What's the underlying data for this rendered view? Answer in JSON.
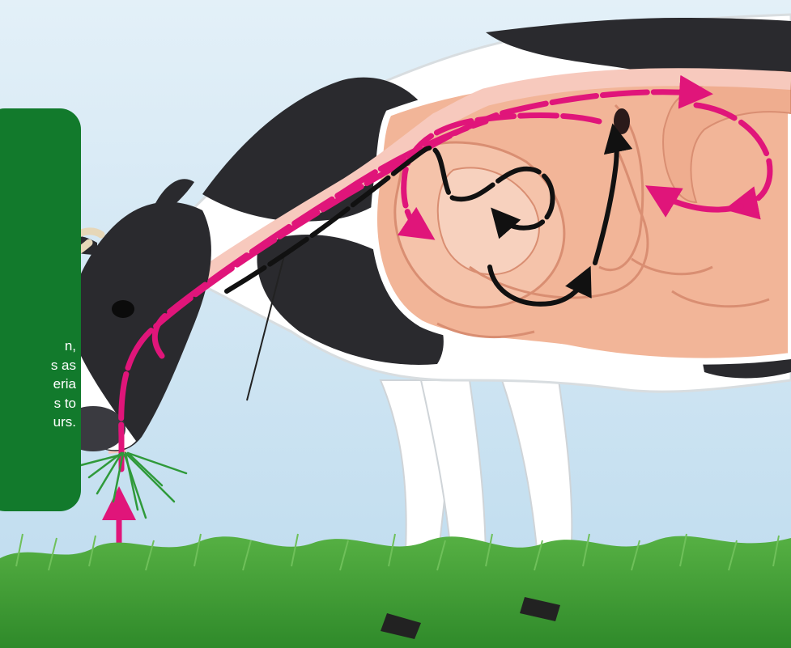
{
  "callout": {
    "lines": [
      "n,",
      "s as",
      "eria",
      "s to",
      "urs."
    ]
  },
  "colors": {
    "sky_top": "#dcecf6",
    "sky_bottom": "#bfdced",
    "callout_bg": "#127a2c",
    "callout_text": "#ffffff",
    "grass": "#3f9a34",
    "organ": "#f2b598",
    "organ_dark": "#d98e72",
    "path_pink": "#e0157a",
    "path_black": "#111111",
    "cow_black": "#2a2a2e",
    "cow_white": "#ffffff"
  },
  "icons": {
    "cow": "cow-illustration",
    "grass": "grass-tuft",
    "arrow": "flow-arrow"
  }
}
